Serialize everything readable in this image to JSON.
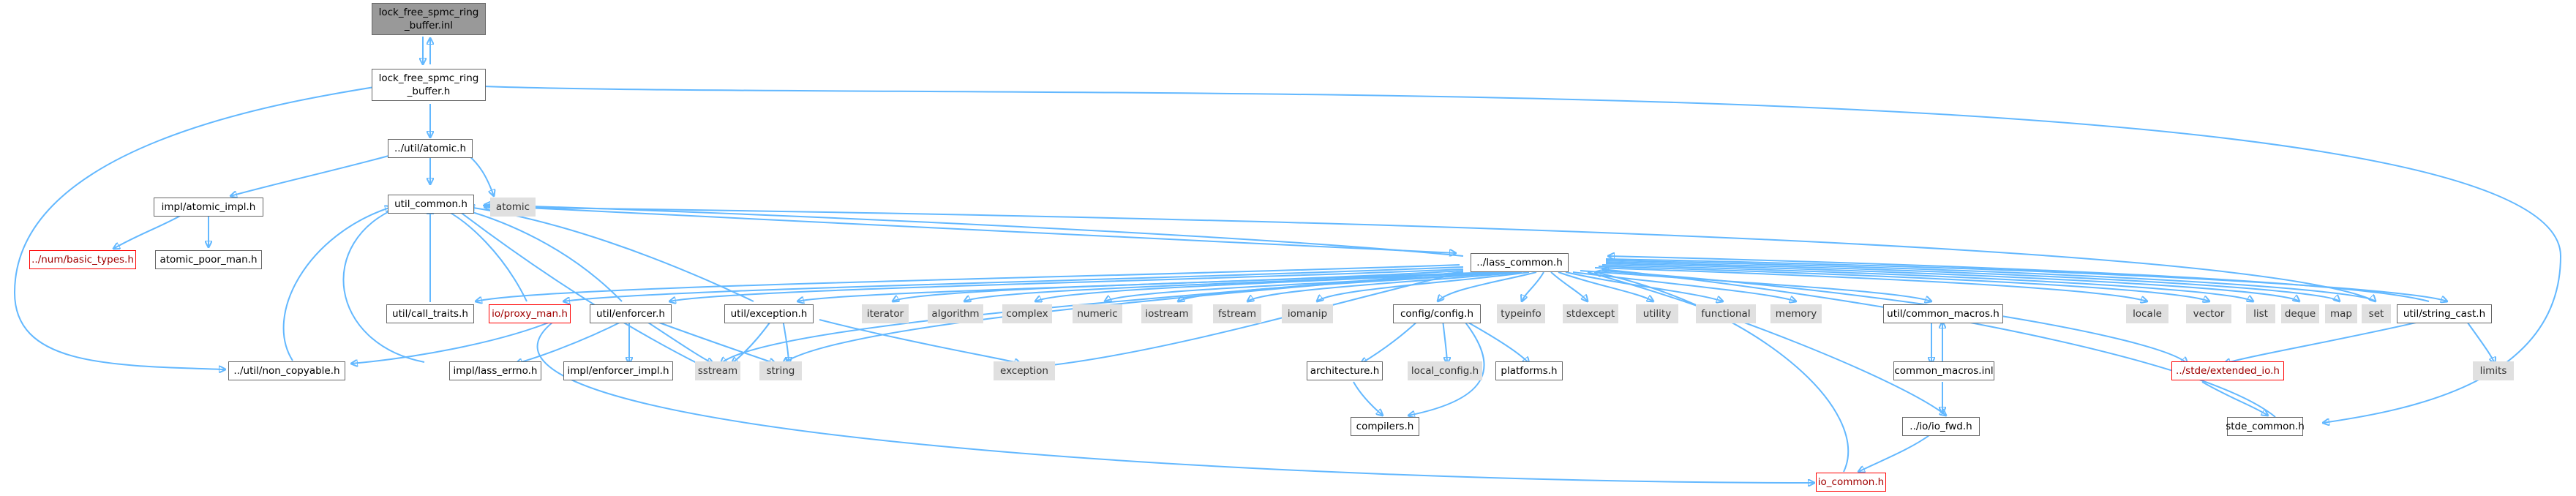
{
  "title": "lock_free_spmc_ring_buffer.inl include dependency graph",
  "colors": {
    "edge": "#63b8ff",
    "root_fill": "#999999",
    "system_fill": "#e0e0e0",
    "missing_border": "#ff0000"
  },
  "nodes": {
    "lfsrb_inl": {
      "label": "lock_free_spmc_ring\n_buffer.inl"
    },
    "lfsrb_h": {
      "label": "lock_free_spmc_ring\n_buffer.h"
    },
    "atomic_h": {
      "label": "../util/atomic.h"
    },
    "atomic_impl": {
      "label": "impl/atomic_impl.h"
    },
    "atomic_std": {
      "label": "atomic"
    },
    "util_common": {
      "label": "util_common.h"
    },
    "basic_types": {
      "label": "../num/basic_types.h"
    },
    "atomic_poor": {
      "label": "atomic_poor_man.h"
    },
    "lass_common": {
      "label": "../lass_common.h"
    },
    "call_traits": {
      "label": "util/call_traits.h"
    },
    "proxy_man": {
      "label": "io/proxy_man.h"
    },
    "enforcer_h": {
      "label": "util/enforcer.h"
    },
    "exception_h": {
      "label": "util/exception.h"
    },
    "iterator": {
      "label": "iterator"
    },
    "algorithm": {
      "label": "algorithm"
    },
    "complex": {
      "label": "complex"
    },
    "numeric": {
      "label": "numeric"
    },
    "iostream": {
      "label": "iostream"
    },
    "fstream": {
      "label": "fstream"
    },
    "iomanip": {
      "label": "iomanip"
    },
    "config_h": {
      "label": "config/config.h"
    },
    "typeinfo": {
      "label": "typeinfo"
    },
    "stdexcept": {
      "label": "stdexcept"
    },
    "utility": {
      "label": "utility"
    },
    "functional": {
      "label": "functional"
    },
    "memory": {
      "label": "memory"
    },
    "common_macros_h": {
      "label": "util/common_macros.h"
    },
    "locale": {
      "label": "locale"
    },
    "vector": {
      "label": "vector"
    },
    "list": {
      "label": "list"
    },
    "deque": {
      "label": "deque"
    },
    "map": {
      "label": "map"
    },
    "set": {
      "label": "set"
    },
    "string_cast": {
      "label": "util/string_cast.h"
    },
    "non_copyable": {
      "label": "../util/non_copyable.h"
    },
    "lass_errno": {
      "label": "impl/lass_errno.h"
    },
    "enforcer_impl": {
      "label": "impl/enforcer_impl.h"
    },
    "sstream": {
      "label": "sstream"
    },
    "string": {
      "label": "string"
    },
    "exception": {
      "label": "exception"
    },
    "architecture": {
      "label": "architecture.h"
    },
    "local_config": {
      "label": "local_config.h"
    },
    "platforms": {
      "label": "platforms.h"
    },
    "common_macros_inl": {
      "label": "common_macros.inl"
    },
    "extended_io": {
      "label": "../stde/extended_io.h"
    },
    "limits": {
      "label": "limits"
    },
    "compilers": {
      "label": "compilers.h"
    },
    "io_fwd": {
      "label": "../io/io_fwd.h"
    },
    "stde_common": {
      "label": "stde_common.h"
    },
    "io_common": {
      "label": "io_common.h"
    }
  }
}
